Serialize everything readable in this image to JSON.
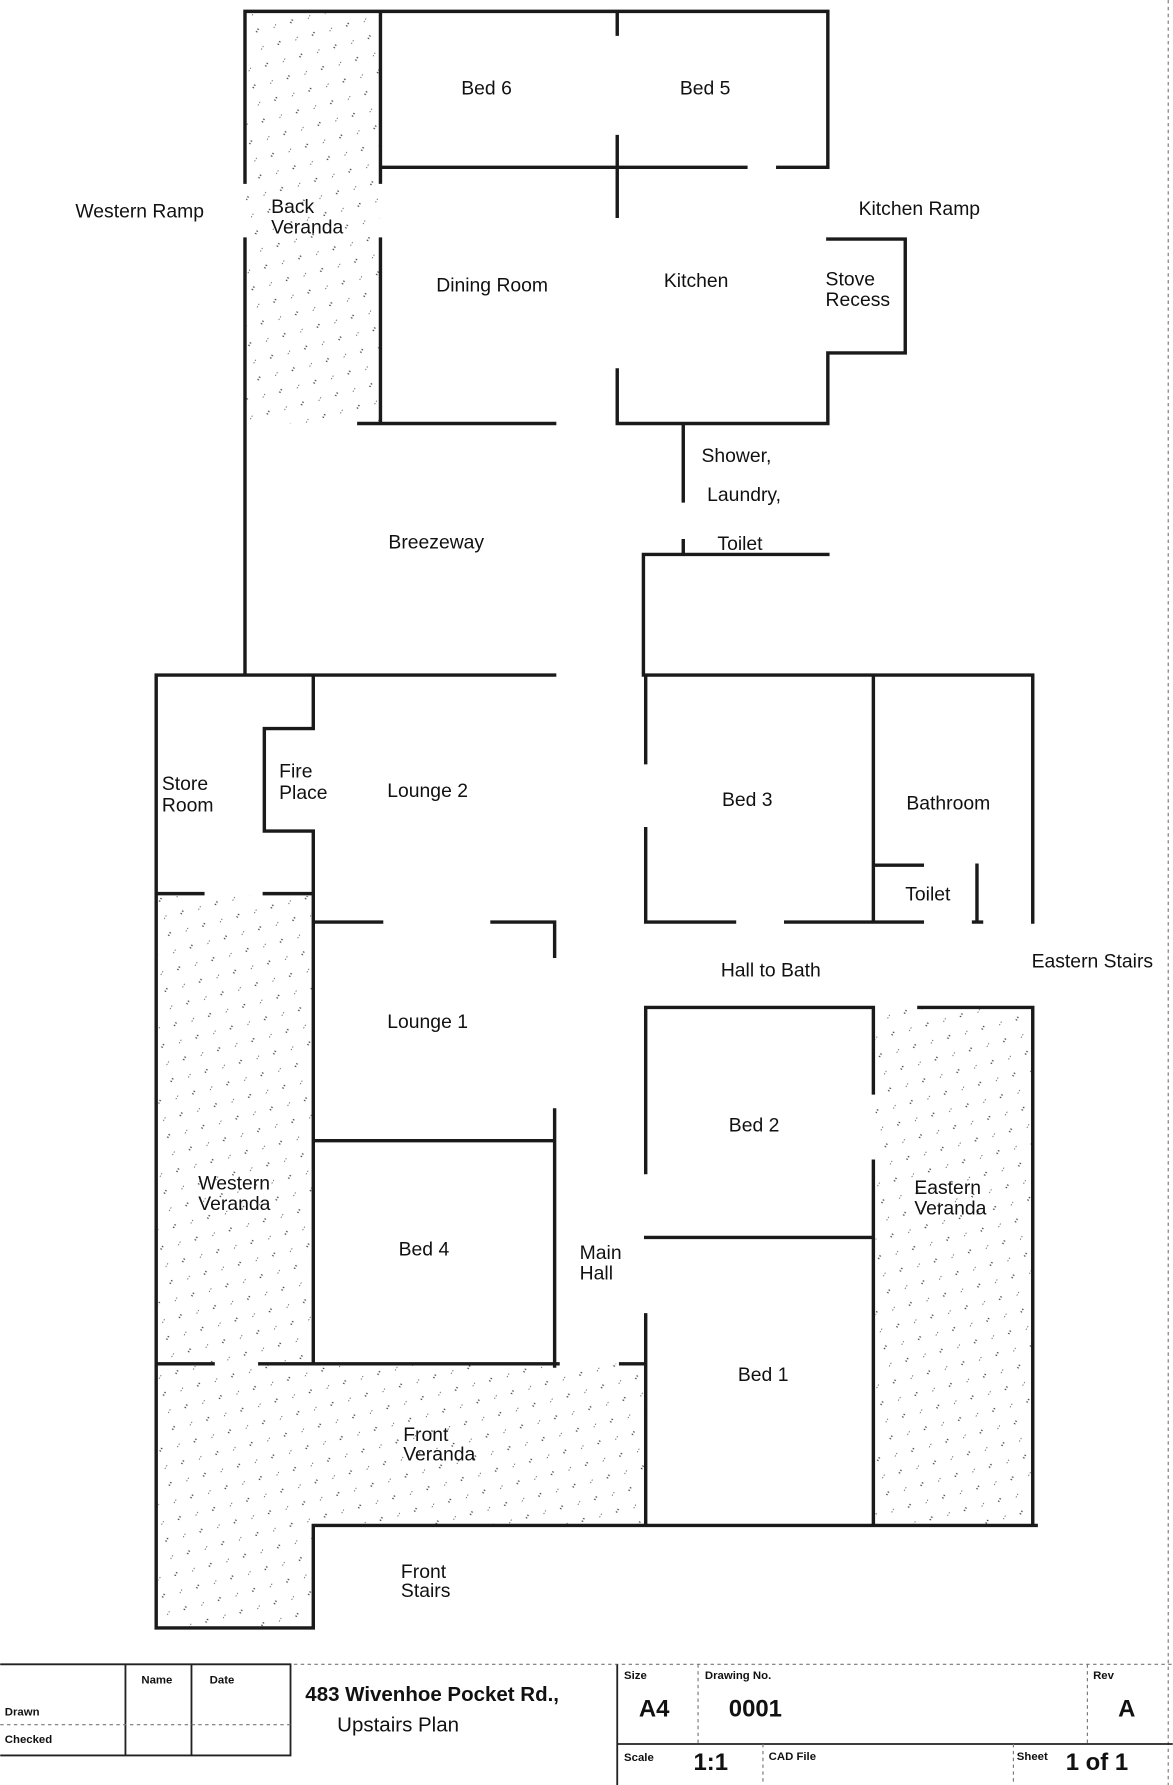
{
  "rooms": {
    "bed6": "Bed 6",
    "bed5": "Bed 5",
    "western_ramp": "Western Ramp",
    "back_veranda": [
      "Back",
      "Veranda"
    ],
    "kitchen_ramp": "Kitchen Ramp",
    "dining_room": "Dining Room",
    "kitchen": "Kitchen",
    "stove_recess": [
      "Stove",
      "Recess"
    ],
    "shower": [
      "Shower,",
      "Laundry,",
      "Toilet"
    ],
    "breezeway": "Breezeway",
    "store_room": [
      "Store",
      "Room"
    ],
    "fire_place": [
      "Fire",
      "Place"
    ],
    "lounge2": "Lounge 2",
    "bed3": "Bed 3",
    "bathroom": "Bathroom",
    "toilet": "Toilet",
    "hall_to_bath": "Hall to Bath",
    "eastern_stairs": "Eastern Stairs",
    "lounge1": "Lounge 1",
    "bed2": "Bed 2",
    "western_veranda": [
      "Western",
      "Veranda"
    ],
    "eastern_veranda": [
      "Eastern",
      "Veranda"
    ],
    "bed4": "Bed 4",
    "main_hall": [
      "Main",
      "Hall"
    ],
    "bed1": "Bed 1",
    "front_veranda": [
      "Front",
      "Veranda"
    ],
    "front_stairs": [
      "Front",
      "Stairs"
    ]
  },
  "title_block": {
    "name_header": "Name",
    "date_header": "Date",
    "drawn_label": "Drawn",
    "checked_label": "Checked",
    "address": "483 Wivenhoe Pocket Rd.,",
    "subtitle": "Upstairs Plan",
    "size_label": "Size",
    "size_value": "A4",
    "drawing_no_label": "Drawing No.",
    "drawing_no_value": "0001",
    "rev_label": "Rev",
    "rev_value": "A",
    "scale_label": "Scale",
    "scale_value": "1:1",
    "cad_file_label": "CAD File",
    "sheet_label": "Sheet",
    "sheet_value": "1 of 1"
  }
}
